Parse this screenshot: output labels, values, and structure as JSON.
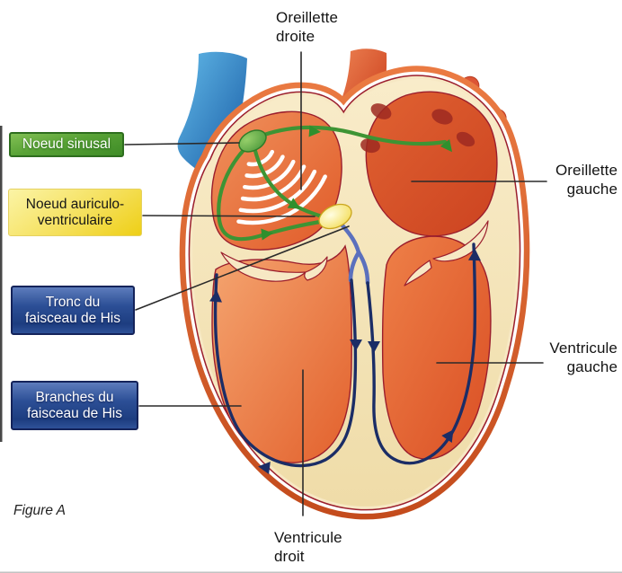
{
  "figure": {
    "caption": "Figure A"
  },
  "anatomy_labels": {
    "oreillette_droite": "Oreillette\ndroite",
    "oreillette_gauche": "Oreillette\ngauche",
    "ventricule_gauche": "Ventricule\ngauche",
    "ventricule_droit": "Ventricule\ndroit"
  },
  "conduction_callouts": {
    "noeud_sinusal": "Noeud sinusal",
    "noeud_auriculo_ventriculaire": "Noeud auriculo-\nventriculaire",
    "tronc_faisceau_his": "Tronc du\nfaisceau de His",
    "branches_faisceau_his": "Branches du\nfaisceau de His"
  },
  "colors": {
    "noeud_sinusal_box": "#4f9a30",
    "noeud_av_box": "#f1d52b",
    "his_boxes": "#27488f",
    "conduction_green": "#3e9434",
    "conduction_navy": "#1b2d66",
    "his_bundle_blue": "#5b70bd",
    "heart_wall_cream": "#f7e8c4",
    "heart_outline_red": "#9b1e2d",
    "myocardium_orange": "#e2632f",
    "vena_cava_blue": "#1f6ab0",
    "artery_red": "#d6492a"
  }
}
